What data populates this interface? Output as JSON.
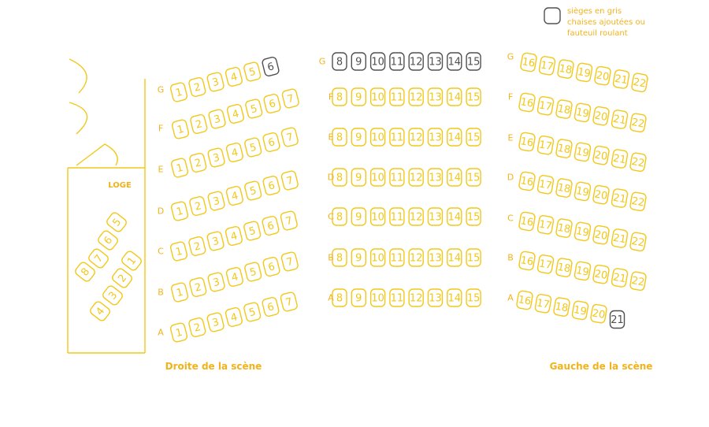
{
  "colors": {
    "seat": "#f2c81a",
    "label": "#f2b21a",
    "gray": "#505050"
  },
  "legend": {
    "icon": "seat-outline-icon",
    "lines": [
      "sièges en gris",
      "chaises ajoutées ou",
      "fauteuil roulant"
    ]
  },
  "captions": {
    "right": "Droite de la scène",
    "left": "Gauche de la scène",
    "loge": "LOGE"
  },
  "sections": {
    "right": {
      "rows": [
        {
          "label": "G",
          "seats": [
            "1",
            "2",
            "3",
            "4",
            "5",
            "6"
          ],
          "gray": [
            "6"
          ]
        },
        {
          "label": "F",
          "seats": [
            "1",
            "2",
            "3",
            "4",
            "5",
            "6",
            "7"
          ],
          "gray": []
        },
        {
          "label": "E",
          "seats": [
            "1",
            "2",
            "3",
            "4",
            "5",
            "6",
            "7"
          ],
          "gray": []
        },
        {
          "label": "D",
          "seats": [
            "1",
            "2",
            "3",
            "4",
            "5",
            "6",
            "7"
          ],
          "gray": []
        },
        {
          "label": "C",
          "seats": [
            "1",
            "2",
            "3",
            "4",
            "5",
            "6",
            "7"
          ],
          "gray": []
        },
        {
          "label": "B",
          "seats": [
            "1",
            "2",
            "3",
            "4",
            "5",
            "6",
            "7"
          ],
          "gray": []
        },
        {
          "label": "A",
          "seats": [
            "1",
            "2",
            "3",
            "4",
            "5",
            "6",
            "7"
          ],
          "gray": []
        }
      ]
    },
    "center": {
      "rows": [
        {
          "label": "G",
          "seats": [
            "8",
            "9",
            "10",
            "11",
            "12",
            "13",
            "14",
            "15"
          ],
          "gray": [
            "8",
            "9",
            "10",
            "11",
            "12",
            "13",
            "14",
            "15"
          ]
        },
        {
          "label": "F",
          "seats": [
            "8",
            "9",
            "10",
            "11",
            "12",
            "13",
            "14",
            "15"
          ],
          "gray": []
        },
        {
          "label": "E",
          "seats": [
            "8",
            "9",
            "10",
            "11",
            "12",
            "13",
            "14",
            "15"
          ],
          "gray": []
        },
        {
          "label": "D",
          "seats": [
            "8",
            "9",
            "10",
            "11",
            "12",
            "13",
            "14",
            "15"
          ],
          "gray": []
        },
        {
          "label": "C",
          "seats": [
            "8",
            "9",
            "10",
            "11",
            "12",
            "13",
            "14",
            "15"
          ],
          "gray": []
        },
        {
          "label": "B",
          "seats": [
            "8",
            "9",
            "10",
            "11",
            "12",
            "13",
            "14",
            "15"
          ],
          "gray": []
        },
        {
          "label": "A",
          "seats": [
            "8",
            "9",
            "10",
            "11",
            "12",
            "13",
            "14",
            "15"
          ],
          "gray": []
        }
      ]
    },
    "left": {
      "rows": [
        {
          "label": "G",
          "seats": [
            "16",
            "17",
            "18",
            "19",
            "20",
            "21",
            "22"
          ],
          "gray": []
        },
        {
          "label": "F",
          "seats": [
            "16",
            "17",
            "18",
            "19",
            "20",
            "21",
            "22"
          ],
          "gray": []
        },
        {
          "label": "E",
          "seats": [
            "16",
            "17",
            "18",
            "19",
            "20",
            "21",
            "22"
          ],
          "gray": []
        },
        {
          "label": "D",
          "seats": [
            "16",
            "17",
            "18",
            "19",
            "20",
            "21",
            "22"
          ],
          "gray": []
        },
        {
          "label": "C",
          "seats": [
            "16",
            "17",
            "18",
            "19",
            "20",
            "21",
            "22"
          ],
          "gray": []
        },
        {
          "label": "B",
          "seats": [
            "16",
            "17",
            "18",
            "19",
            "20",
            "21",
            "22"
          ],
          "gray": []
        },
        {
          "label": "A",
          "seats": [
            "16",
            "17",
            "18",
            "19",
            "20",
            "21"
          ],
          "gray": [
            "21"
          ]
        }
      ]
    },
    "loge": {
      "groups": [
        {
          "seats": [
            "8",
            "7",
            "6",
            "5"
          ]
        },
        {
          "seats": [
            "4",
            "3",
            "2",
            "1"
          ]
        }
      ]
    }
  }
}
